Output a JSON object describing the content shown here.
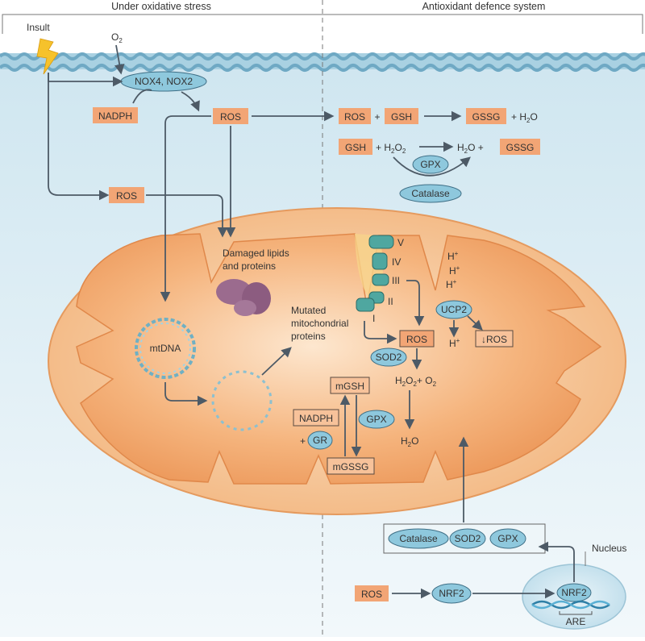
{
  "headers": {
    "left": "Under oxidative stress",
    "right": "Antioxidant defence system"
  },
  "labels": {
    "insult": "Insult",
    "o2": "O",
    "o2_sub": "2",
    "nox": "NOX4, NOX2",
    "nadph_top": "NADPH",
    "ros_top": "ROS",
    "ros_cyto": "ROS",
    "eq1_ros": "ROS",
    "plus": "+",
    "eq1_gsh": "GSH",
    "eq1_gssg": "GSSG",
    "eq1_h2o": "+ H",
    "eq1_h2o_sub": "2",
    "eq1_h2o_end": "O",
    "eq2_gsh": "GSH",
    "eq2_h2o2": "+ H",
    "eq2_h2o2_sub1": "2",
    "eq2_h2o2_mid": "O",
    "eq2_h2o2_sub2": "2",
    "eq2_h2o": "H",
    "eq2_h2o_sub": "2",
    "eq2_h2o_end": "O +",
    "eq2_gssg": "GSSG",
    "gpx_top": "GPX",
    "catalase_top": "Catalase",
    "damaged": "Damaged lipids",
    "damaged2": "and proteins",
    "mtdna": "mtDNA",
    "mutated1": "Mutated",
    "mutated2": "mitochondrial",
    "mutated3": "proteins",
    "complex_v": "V",
    "complex_iv": "IV",
    "complex_iii": "III",
    "complex_ii": "II",
    "complex_i": "I",
    "h_plus": "H",
    "h_plus_sup": "+",
    "ucp2": "UCP2",
    "ros_mito": "ROS",
    "down_ros": "↓ROS",
    "sod2_mito": "SOD2",
    "h2o2_o2_a": "H",
    "h2o2_o2_s1": "2",
    "h2o2_o2_b": "O",
    "h2o2_o2_s2": "2",
    "h2o2_o2_c": "+ O",
    "h2o2_o2_s3": "2",
    "mgsh": "mGSH",
    "nadph_mito": "NADPH",
    "gpx_mito": "GPX",
    "gr": "GR",
    "plus_small": "+",
    "h2o_mito": "H",
    "h2o_mito_sub": "2",
    "h2o_mito_end": "O",
    "mgssg": "mGSSG",
    "catalase_bottom": "Catalase",
    "sod2_bottom": "SOD2",
    "gpx_bottom": "GPX",
    "nucleus": "Nucleus",
    "nrf2_nuc": "NRF2",
    "are": "ARE",
    "ros_bottom": "ROS",
    "nrf2_mid": "NRF2"
  },
  "colors": {
    "cytoplasm_top": "#d3e8f1",
    "membrane": "#9cc9dc",
    "mito_outer": "#f4c08b",
    "mito_inner": "#ef9f62",
    "orange_box": "#f2a575",
    "light_box": "#f7c29a",
    "protein_ellipse": "#8ec8dd",
    "arrow": "#4d5a66"
  }
}
